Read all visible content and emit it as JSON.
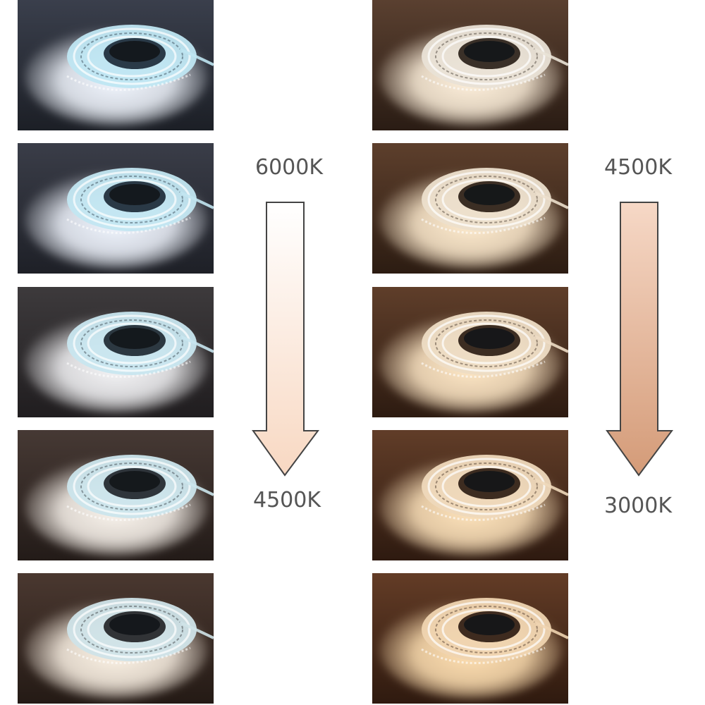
{
  "left_column": {
    "top_label": "6000K",
    "bottom_label": "4500K",
    "photos": [
      {
        "bg_top": "#3a3f4c",
        "bg_bottom": "#1c1f26",
        "glow": "#f2f7ff",
        "strip": "#bfe6f2",
        "inner": "#2a3a48"
      },
      {
        "bg_top": "#3a3d48",
        "bg_bottom": "#1e2027",
        "glow": "#f1f6ff",
        "strip": "#c2e6f1",
        "inner": "#2a3946"
      },
      {
        "bg_top": "#3d3a3c",
        "bg_bottom": "#201d1f",
        "glow": "#f6f6f8",
        "strip": "#c8e6ef",
        "inner": "#2c3841"
      },
      {
        "bg_top": "#463934",
        "bg_bottom": "#231b18",
        "glow": "#fbf5ee",
        "strip": "#cbe5ec",
        "inner": "#2f353b"
      },
      {
        "bg_top": "#4a3830",
        "bg_bottom": "#241a15",
        "glow": "#fdf3e6",
        "strip": "#cfe3e8",
        "inner": "#313336"
      }
    ],
    "arrow_top": "#ffffff",
    "arrow_bottom": "#f8d8c2"
  },
  "right_column": {
    "top_label": "4500K",
    "bottom_label": "3000K",
    "photos": [
      {
        "bg_top": "#5a4030",
        "bg_bottom": "#2a1c14",
        "glow": "#fff1dc",
        "strip": "#e9e2d6",
        "inner": "#3a3028"
      },
      {
        "bg_top": "#5d3f2c",
        "bg_bottom": "#2c1c12",
        "glow": "#ffeccf",
        "strip": "#ecdfcc",
        "inner": "#3b2e24"
      },
      {
        "bg_top": "#5f3e2a",
        "bg_bottom": "#2d1b11",
        "glow": "#ffe8c6",
        "strip": "#eddcc4",
        "inner": "#3c2d22"
      },
      {
        "bg_top": "#613d28",
        "bg_bottom": "#2e1a10",
        "glow": "#ffe4bc",
        "strip": "#eed8ba",
        "inner": "#3d2c20"
      },
      {
        "bg_top": "#633c26",
        "bg_bottom": "#2f1a0f",
        "glow": "#ffe0b2",
        "strip": "#efd4b0",
        "inner": "#3e2b1f"
      }
    ],
    "arrow_top": "#f6d8c6",
    "arrow_bottom": "#d49b78"
  },
  "colors": {
    "label_text": "#555555",
    "arrow_stroke": "#444444"
  }
}
